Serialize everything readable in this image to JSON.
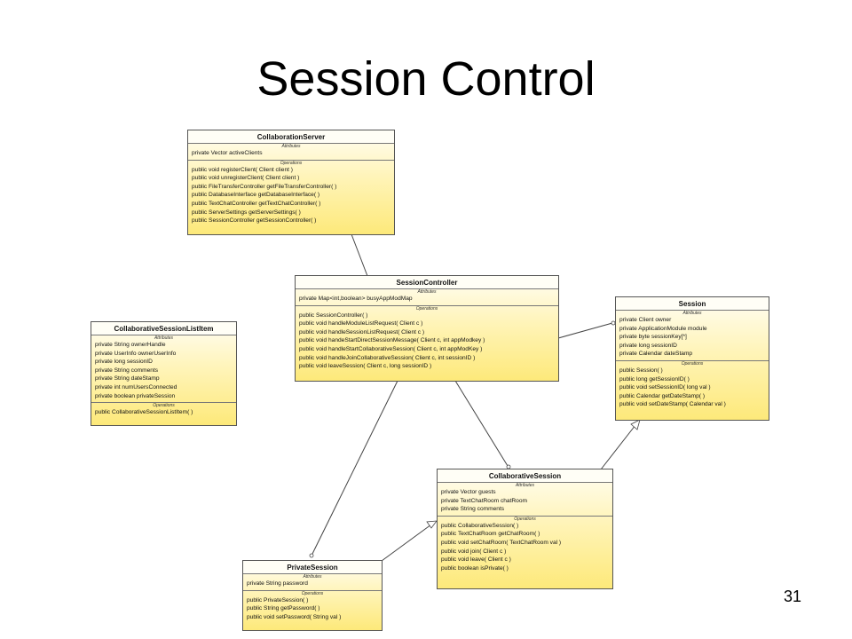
{
  "slide": {
    "title": "Session Control",
    "page_number": "31"
  },
  "classes": {
    "collaboration_server": {
      "name": "CollaborationServer",
      "attributes_label": "Attributes",
      "attributes": [
        "private Vector activeClients"
      ],
      "operations_label": "Operations",
      "operations": [
        "public void  registerClient( Client client )",
        "public void  unregisterClient( Client client )",
        "public FileTransferController  getFileTransferController( )",
        "public DatabaseInterface  getDatabaseInterface( )",
        "public TextChatController  getTextChatController( )",
        "public ServerSettings  getServerSettings( )",
        "public SessionController  getSessionController( )"
      ]
    },
    "session_controller": {
      "name": "SessionController",
      "attributes_label": "Attributes",
      "attributes": [
        "private Map<int,boolean> busyAppModMap"
      ],
      "operations_label": "Operations",
      "operations": [
        "public SessionController( )",
        "public void  handleModuleListRequest( Client c )",
        "public void  handleSessionListRequest( Client c )",
        "public void  handeStartDirectSessionMessage( Client c, int appModkey )",
        "public void  handleStartCollaborativeSession( Client c, int appModKey )",
        "public void  handleJoinCollaborativeSession( Client c, int sessionID )",
        "public void  leaveSession( Client c, long sessionID )"
      ]
    },
    "collaborative_session_list_item": {
      "name": "CollaborativeSessionListItem",
      "attributes_label": "Attributes",
      "attributes": [
        "private String ownerHandle",
        "private UserInfo ownerUserInfo",
        "private long sessionID",
        "private String comments",
        "private String dateStamp",
        "private int numUsersConnected",
        "private boolean privateSession"
      ],
      "operations_label": "Operations",
      "operations": [
        "public CollaborativeSessionListItem( )"
      ]
    },
    "session": {
      "name": "Session",
      "attributes_label": "Attributes",
      "attributes": [
        "private Client owner",
        "private ApplicationModule module",
        "private byte sessionKey[*]",
        "private long sessionID",
        "private Calendar dateStamp"
      ],
      "operations_label": "Operations",
      "operations": [
        "public Session( )",
        "public long  getSessionID( )",
        "public void  setSessionID( long val )",
        "public Calendar  getDateStamp( )",
        "public void  setDateStamp( Calendar val )"
      ]
    },
    "collaborative_session": {
      "name": "CollaborativeSession",
      "attributes_label": "Attributes",
      "attributes": [
        "private Vector guests",
        "private TextChatRoom chatRoom",
        "private String comments"
      ],
      "operations_label": "Operations",
      "operations": [
        "public CollaborativeSession( )",
        "public TextChatRoom  getChatRoom( )",
        "public void  setChatRoom( TextChatRoom val )",
        "public void  join( Client c )",
        "public void  leave( Client c )",
        "public boolean  isPrivate( )"
      ]
    },
    "private_session": {
      "name": "PrivateSession",
      "attributes_label": "Attributes",
      "attributes": [
        "private String password"
      ],
      "operations_label": "Operations",
      "operations": [
        "public PrivateSession( )",
        "public String  getPassword( )",
        "public void  setPassword( String val )"
      ]
    }
  }
}
